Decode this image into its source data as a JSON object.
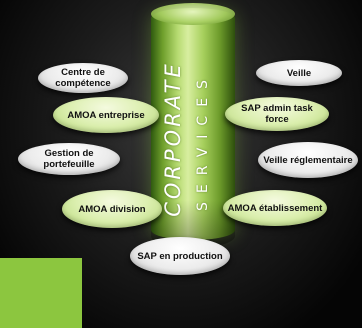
{
  "diagram": {
    "center_title": "CORPORATE",
    "center_subtitle": "SERVICES",
    "nodes": {
      "centre_competence": "Centre de compétence",
      "amoa_entreprise": "AMOA entreprise",
      "gestion_portefeuille": "Gestion de portefeuille",
      "amoa_division": "AMOA division",
      "sap_production": "SAP en production",
      "veille": "Veille",
      "sap_admin": "SAP admin task force",
      "veille_reglementaire": "Veille réglementaire",
      "amoa_etablissement": "AMOA établissement"
    },
    "colors": {
      "accent_green": "#8cc63f",
      "pill_grey": "#e6e6e6",
      "pill_green": "#dcefb0",
      "background": "#111111"
    }
  }
}
